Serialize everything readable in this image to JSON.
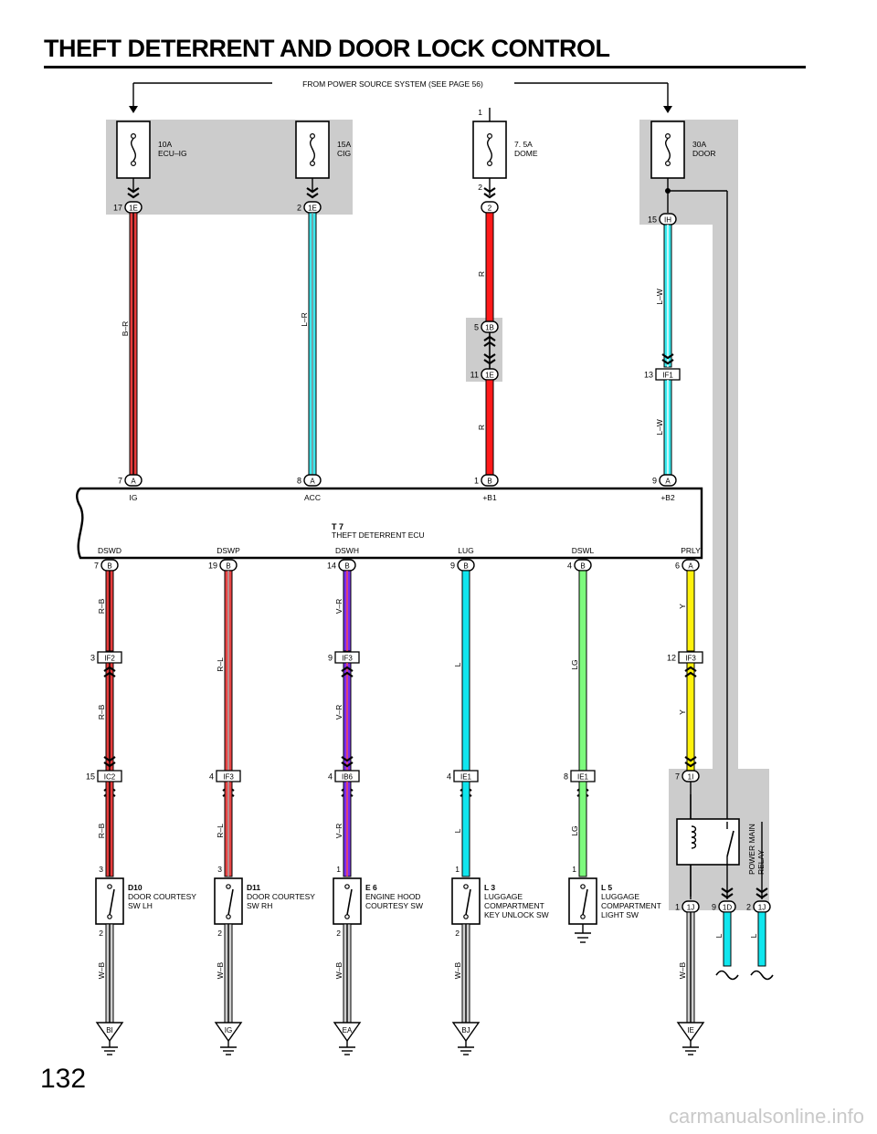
{
  "title": "THEFT DETERRENT AND DOOR LOCK CONTROL",
  "page_number": "132",
  "watermark": "carmanualsonline.info",
  "power_source_label": "FROM POWER SOURCE SYSTEM (SEE PAGE 56)",
  "fuses": [
    {
      "rating": "10A",
      "name": "ECU–IG",
      "pin": "17",
      "conn": "1E"
    },
    {
      "rating": "15A",
      "name": "CIG",
      "pin": "2",
      "conn": "1E"
    },
    {
      "rating": "7. 5A",
      "name": "DOME",
      "pin_top": "1",
      "pin_bottom": "2",
      "conn": "2"
    },
    {
      "rating": "30A",
      "name": "DOOR",
      "pin": "15",
      "conn": "IH"
    }
  ],
  "dome_junction": {
    "upper_pin": "5",
    "upper_conn": "1B",
    "lower_pin": "11",
    "lower_conn": "1E"
  },
  "door_junction": {
    "pin": "13",
    "conn": "IF1"
  },
  "wire_colors": {
    "B-R": "B–R",
    "L-R": "L–R",
    "R": "R",
    "L-W": "L–W",
    "R-B": "R–B",
    "R-L": "R–L",
    "V-R": "V–R",
    "L": "L",
    "LG": "LG",
    "Y": "Y",
    "W-B": "W–B"
  },
  "ecu": {
    "id": "T 7",
    "name": "THEFT DETERRENT ECU",
    "top_pins": [
      {
        "pin": "7",
        "conn": "A",
        "term": "IG"
      },
      {
        "pin": "8",
        "conn": "A",
        "term": "ACC"
      },
      {
        "pin": "1",
        "conn": "B",
        "term": "+B1"
      },
      {
        "pin": "9",
        "conn": "A",
        "term": "+B2"
      }
    ],
    "bottom_pins": [
      {
        "pin": "7",
        "conn": "B",
        "term": "DSWD"
      },
      {
        "pin": "19",
        "conn": "B",
        "term": "DSWP"
      },
      {
        "pin": "14",
        "conn": "B",
        "term": "DSWH"
      },
      {
        "pin": "9",
        "conn": "B",
        "term": "LUG"
      },
      {
        "pin": "4",
        "conn": "B",
        "term": "DSWL"
      },
      {
        "pin": "6",
        "conn": "A",
        "term": "PRLY"
      }
    ]
  },
  "mid_connectors": [
    {
      "pin": "3",
      "conn": "IF2"
    },
    {
      "pin": "9",
      "conn": "IF3"
    },
    {
      "pin": "12",
      "conn": "IF3"
    }
  ],
  "lower_connectors": [
    {
      "pin": "15",
      "conn": "IC2"
    },
    {
      "pin": "4",
      "conn": "IF3"
    },
    {
      "pin": "4",
      "conn": "IB6"
    },
    {
      "pin": "4",
      "conn": "IE1"
    },
    {
      "pin": "8",
      "conn": "IE1"
    },
    {
      "pin": "7",
      "conn": "1I"
    }
  ],
  "switches": [
    {
      "id": "D10",
      "line1": "DOOR COURTESY",
      "line2": "SW LH",
      "line3": "",
      "pin_top": "3",
      "pin_bottom": "2",
      "ground": "BI"
    },
    {
      "id": "D11",
      "line1": "DOOR COURTESY",
      "line2": "SW RH",
      "line3": "",
      "pin_top": "3",
      "pin_bottom": "2",
      "ground": "IG"
    },
    {
      "id": "E 6",
      "line1": "ENGINE HOOD",
      "line2": "COURTESY SW",
      "line3": "",
      "pin_top": "1",
      "pin_bottom": "2",
      "ground": "EA"
    },
    {
      "id": "L 3",
      "line1": "LUGGAGE",
      "line2": "COMPARTMENT",
      "line3": "KEY UNLOCK SW",
      "pin_top": "1",
      "pin_bottom": "2",
      "ground": "BJ"
    },
    {
      "id": "L 5",
      "line1": "LUGGAGE",
      "line2": "COMPARTMENT",
      "line3": "LIGHT SW",
      "pin_top": "1",
      "pin_bottom": "",
      "ground": ""
    }
  ],
  "relay": {
    "line1": "POWER MAIN",
    "line2": "RELAY",
    "pins": [
      {
        "pin": "1",
        "conn": "1J"
      },
      {
        "pin": "9",
        "conn": "1D"
      },
      {
        "pin": "2",
        "conn": "1J"
      }
    ],
    "ground": "IE"
  },
  "colors": {
    "B-R": "#e63a3a",
    "L-R": "#3ce8ee",
    "R": "#ff1a1a",
    "L-W": "#37eaee",
    "R-B": "#e63a3a",
    "R-L": "#e84545",
    "V-R": "#7a2df0",
    "L": "#10e6ee",
    "LG": "#7dfa7d",
    "Y": "#fff20e",
    "W-B": "#cfcfcf",
    "shade": "#cccccc"
  }
}
